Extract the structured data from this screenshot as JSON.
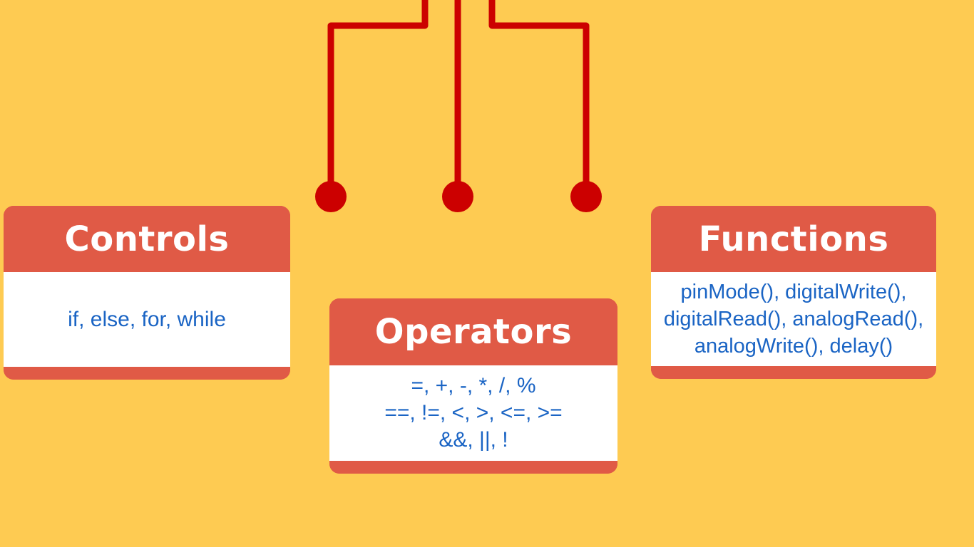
{
  "colors": {
    "background": "#FECB52",
    "card_red": "#E05A46",
    "connector_red": "#CC0000",
    "text_blue": "#1A64C4",
    "card_white": "#FFFFFF"
  },
  "cards": {
    "controls": {
      "title": "Controls",
      "lines": [
        "if, else, for, while"
      ]
    },
    "operators": {
      "title": "Operators",
      "lines": [
        "=, +, -, *, /, %",
        "==, !=, <, >, <=, >=",
        "&&, ||, !"
      ]
    },
    "functions": {
      "title": "Functions",
      "lines": [
        "pinMode(), digitalWrite(),",
        "digitalRead(), analogRead(),",
        "analogWrite(), delay()"
      ]
    }
  }
}
